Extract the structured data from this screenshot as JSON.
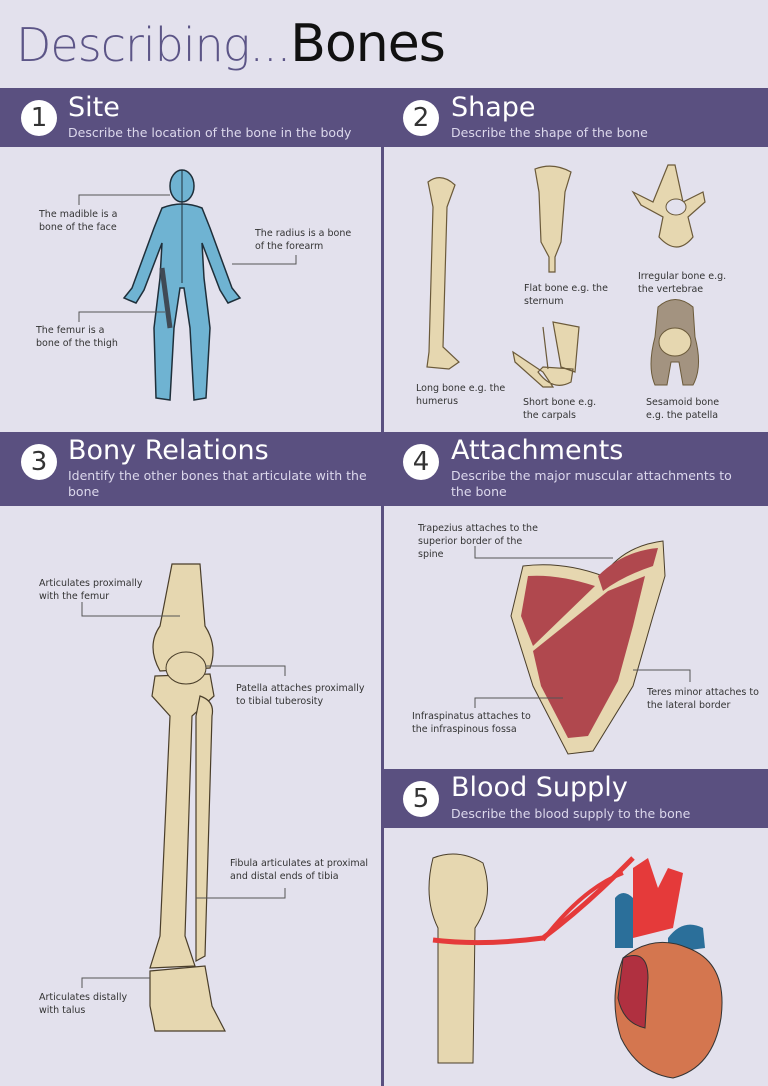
{
  "title": {
    "prefix": "Describing...",
    "main": "Bones"
  },
  "sections": [
    {
      "num": "1",
      "heading": "Site",
      "desc": "Describe the location of the bone in the body",
      "labels": [
        "The madible is a bone of the face",
        "The radius is a bone of the forearm",
        "The femur is a bone of the thigh"
      ]
    },
    {
      "num": "2",
      "heading": "Shape",
      "desc": "Describe the shape of the bone",
      "labels": [
        "Long bone e.g. the humerus",
        "Flat bone e.g. the sternum",
        "Irregular bone e.g. the vertebrae",
        "Short bone e.g. the carpals",
        "Sesamoid bone e.g. the patella"
      ]
    },
    {
      "num": "3",
      "heading": "Bony Relations",
      "desc": "Identify the other bones that articulate with the bone",
      "labels": [
        "Articulates proximally with the femur",
        "Patella attaches proximally to tibial tuberosity",
        "Fibula articulates at proximal and distal ends of tibia",
        "Articulates distally with talus"
      ]
    },
    {
      "num": "4",
      "heading": "Attachments",
      "desc": "Describe the major muscular attachments to the bone",
      "labels": [
        "Trapezius attaches to the superior border of the spine",
        "Teres minor attaches to the lateral border",
        "Infraspinatus attaches to the infraspinous fossa"
      ]
    },
    {
      "num": "5",
      "heading": "Blood Supply",
      "desc": "Describe the blood supply to the bone"
    }
  ],
  "colors": {
    "band": "#5a5080",
    "background": "#e3e1ed",
    "bone": "#e6d7b0",
    "body": "#6fb3d2",
    "muscle": "#b0484e",
    "artery": "#e53a3a",
    "vein": "#2b6f9a"
  }
}
